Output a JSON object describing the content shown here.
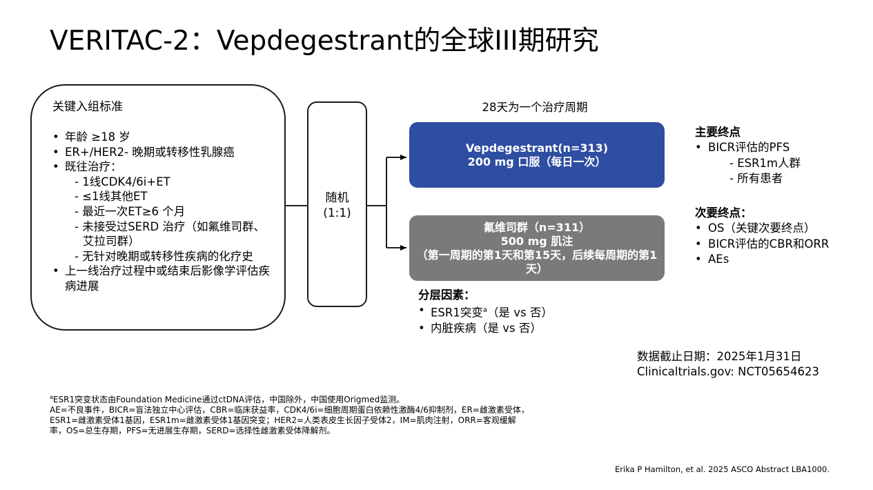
{
  "title": "VERITAC-2：Vepdegestrant的全球III期研究",
  "criteria": {
    "title": "关键入组标准",
    "item1": "年龄 ≥18 岁",
    "item2": "ER+/HER2- 晚期或转移性乳腺癌",
    "item3": "既往治疗：",
    "sub1": "- 1线CDK4/6i+ET",
    "sub2": "- ≤1线其他ET",
    "sub3": "- 最近一次ET≥6 个月",
    "sub4": "- 未接受过SERD 治疗（如氟维司群、 艾拉司群）",
    "sub5": "- 无针对晚期或转移性疾病的化疗史",
    "item4": "上一线治疗过程中或结束后影像学评估疾病进展"
  },
  "randomization": {
    "line1": "随机",
    "line2": "(1:1)"
  },
  "cycle_label": "28天为一个治疗周期",
  "arm1": {
    "line1": "Vepdegestrant(n=313)",
    "line2": "200 mg 口服（每日一次）",
    "color": "#2f4ea2"
  },
  "arm2": {
    "line1": "氟维司群（n=311）",
    "line2": "500 mg 肌注",
    "line3": "（第一周期的第1天和第15天，后续每周期的第1天）",
    "color": "#7a7a7a"
  },
  "stratification": {
    "title": "分层因素：",
    "item1_main": "ESR1突变",
    "item1_sup": "a",
    "item1_tail": "（是 vs 否）",
    "item2": "内脏疾病（是 vs 否）"
  },
  "primary": {
    "title": "主要终点",
    "item1": "BICR评估的PFS",
    "sub1": "- ESR1m人群",
    "sub2": "- 所有患者"
  },
  "secondary": {
    "title": "次要终点：",
    "item1": "OS（关键次要终点）",
    "item2": "BICR评估的CBR和ORR",
    "item3": "AEs"
  },
  "cutoff": {
    "line1": "数据截止日期：2025年1月31日",
    "line2": "Clinicaltrials.gov: NCT05654623"
  },
  "footnotes": {
    "sup": "a",
    "line1": "ESR1突变状态由Foundation Medicine通过ctDNA评估，中国除外，中国使用Origmed监测。",
    "line2": "AE=不良事件，BICR=盲法独立中心评估，CBR=临床获益率，CDK4/6i=细胞周期蛋白依赖性激酶4/6抑制剂，ER=雌激素受体，",
    "line3": "ESR1=雌激素受体1基因，ESR1m=雌激素受体1基因突变；HER2=人类表皮生长因子受体2，IM=肌肉注射，ORR=客观缓解",
    "line4": "率，OS=总生存期，PFS=无进展生存期，SERD=选择性雌激素受体降解剂。"
  },
  "citation": "Erika P Hamilton, et al. 2025 ASCO Abstract LBA1000."
}
